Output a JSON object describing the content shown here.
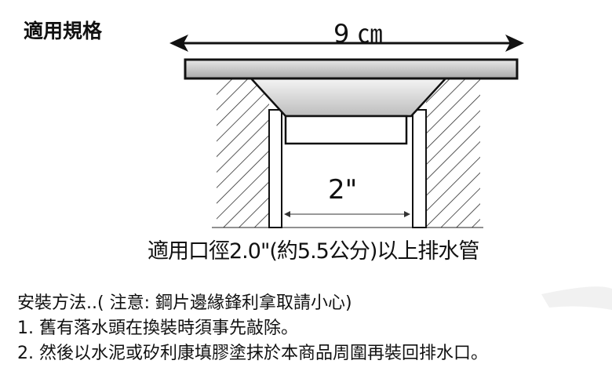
{
  "title": "適用規格",
  "diagram": {
    "width_label": "9 ㎝",
    "opening_label": "2\"",
    "caption": "適用口徑2.0\"(約5.5公分)以上排水管"
  },
  "instructions": [
    "安裝方法..( 注意: 鋼片邊緣鋒利拿取請小心)",
    "1. 舊有落水頭在換裝時須事先敲除。",
    "2. 然後以水泥或矽利康填膠塗抹於本商品周圍再裝回排水口。"
  ]
}
